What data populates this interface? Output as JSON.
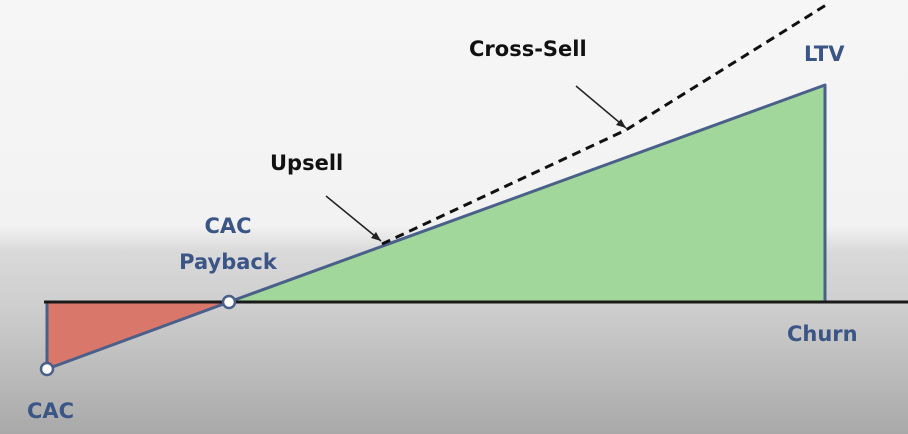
{
  "labels": {
    "cac": "CAC",
    "cac_payback_line1": "CAC",
    "cac_payback_line2": "Payback",
    "upsell": "Upsell",
    "cross_sell": "Cross-Sell",
    "ltv": "LTV",
    "churn": "Churn"
  },
  "colors": {
    "loss_fill": "#d9776b",
    "gain_fill": "#a1d79a",
    "curve": "#4a5f8a",
    "blue_label": "#3b5586",
    "black_label": "#111111"
  }
}
